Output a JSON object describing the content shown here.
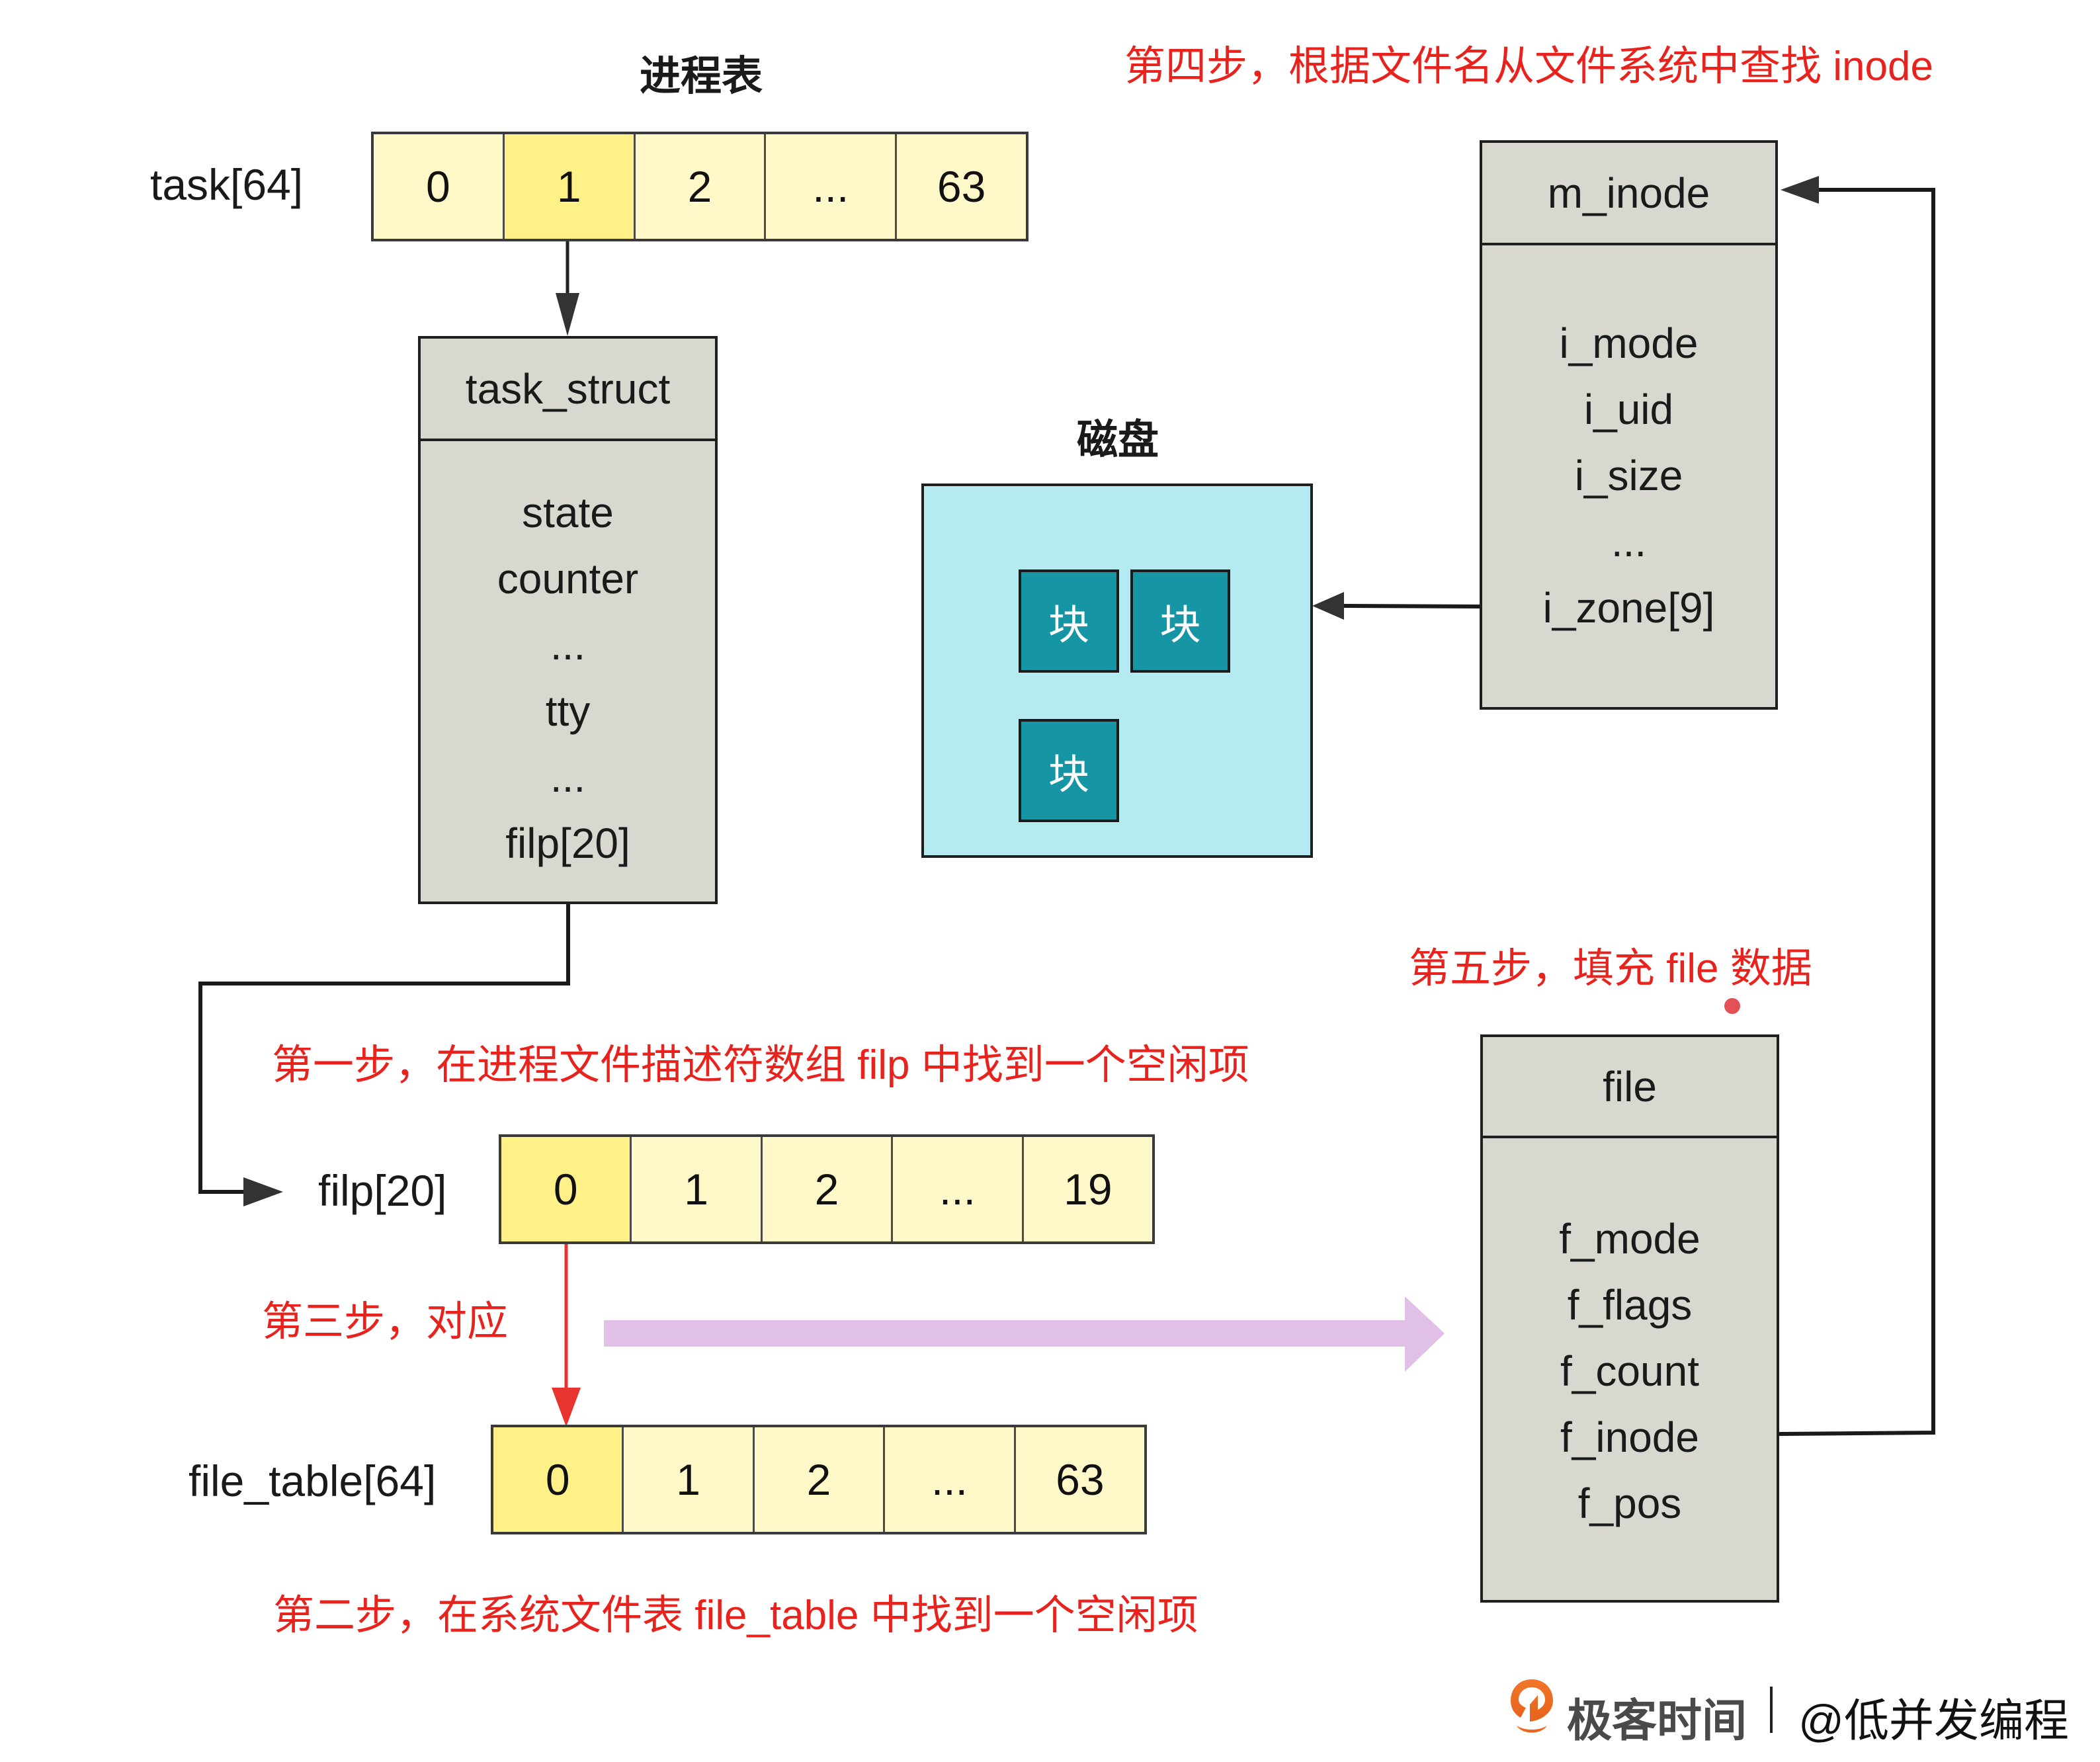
{
  "headings": {
    "process_table": "进程表",
    "disk": "磁盘"
  },
  "steps": {
    "step1": "第一步，在进程文件描述符数组 filp 中找到一个空闲项",
    "step2": "第二步，在系统文件表 file_table 中找到一个空闲项",
    "step3": "第三步，对应",
    "step4": "第四步，根据文件名从文件系统中查找 inode",
    "step5": "第五步，填充 file 数据"
  },
  "task_array": {
    "label": "task[64]",
    "cells": [
      "0",
      "1",
      "2",
      "...",
      "63"
    ],
    "highlighted_index": 1
  },
  "task_struct": {
    "title": "task_struct",
    "fields": [
      "state",
      "counter",
      "...",
      "tty",
      "...",
      "filp[20]"
    ]
  },
  "filp_array": {
    "label": "filp[20]",
    "cells": [
      "0",
      "1",
      "2",
      "...",
      "19"
    ],
    "highlighted_index": 0
  },
  "file_table_array": {
    "label": "file_table[64]",
    "cells": [
      "0",
      "1",
      "2",
      "...",
      "63"
    ],
    "highlighted_index": 0
  },
  "m_inode": {
    "title": "m_inode",
    "fields": [
      "i_mode",
      "i_uid",
      "i_size",
      "...",
      "i_zone[9]"
    ]
  },
  "file_struct": {
    "title": "file",
    "fields": [
      "f_mode",
      "f_flags",
      "f_count",
      "f_inode",
      "f_pos"
    ]
  },
  "disk": {
    "blocks": [
      "块",
      "块",
      "块"
    ]
  },
  "footer": {
    "brand": "极客时间",
    "separator": "|",
    "author": "@低并发编程"
  },
  "colors": {
    "step_text": "#e8231e",
    "cell": "#fff9c9",
    "cell_highlight": "#fff088",
    "struct_fill": "#d8d8d1",
    "disk_fill": "#b4ebf0",
    "block_fill": "#1696a5",
    "purple_arrow": "#e0c0e6",
    "brand_orange": "#ee7324"
  }
}
